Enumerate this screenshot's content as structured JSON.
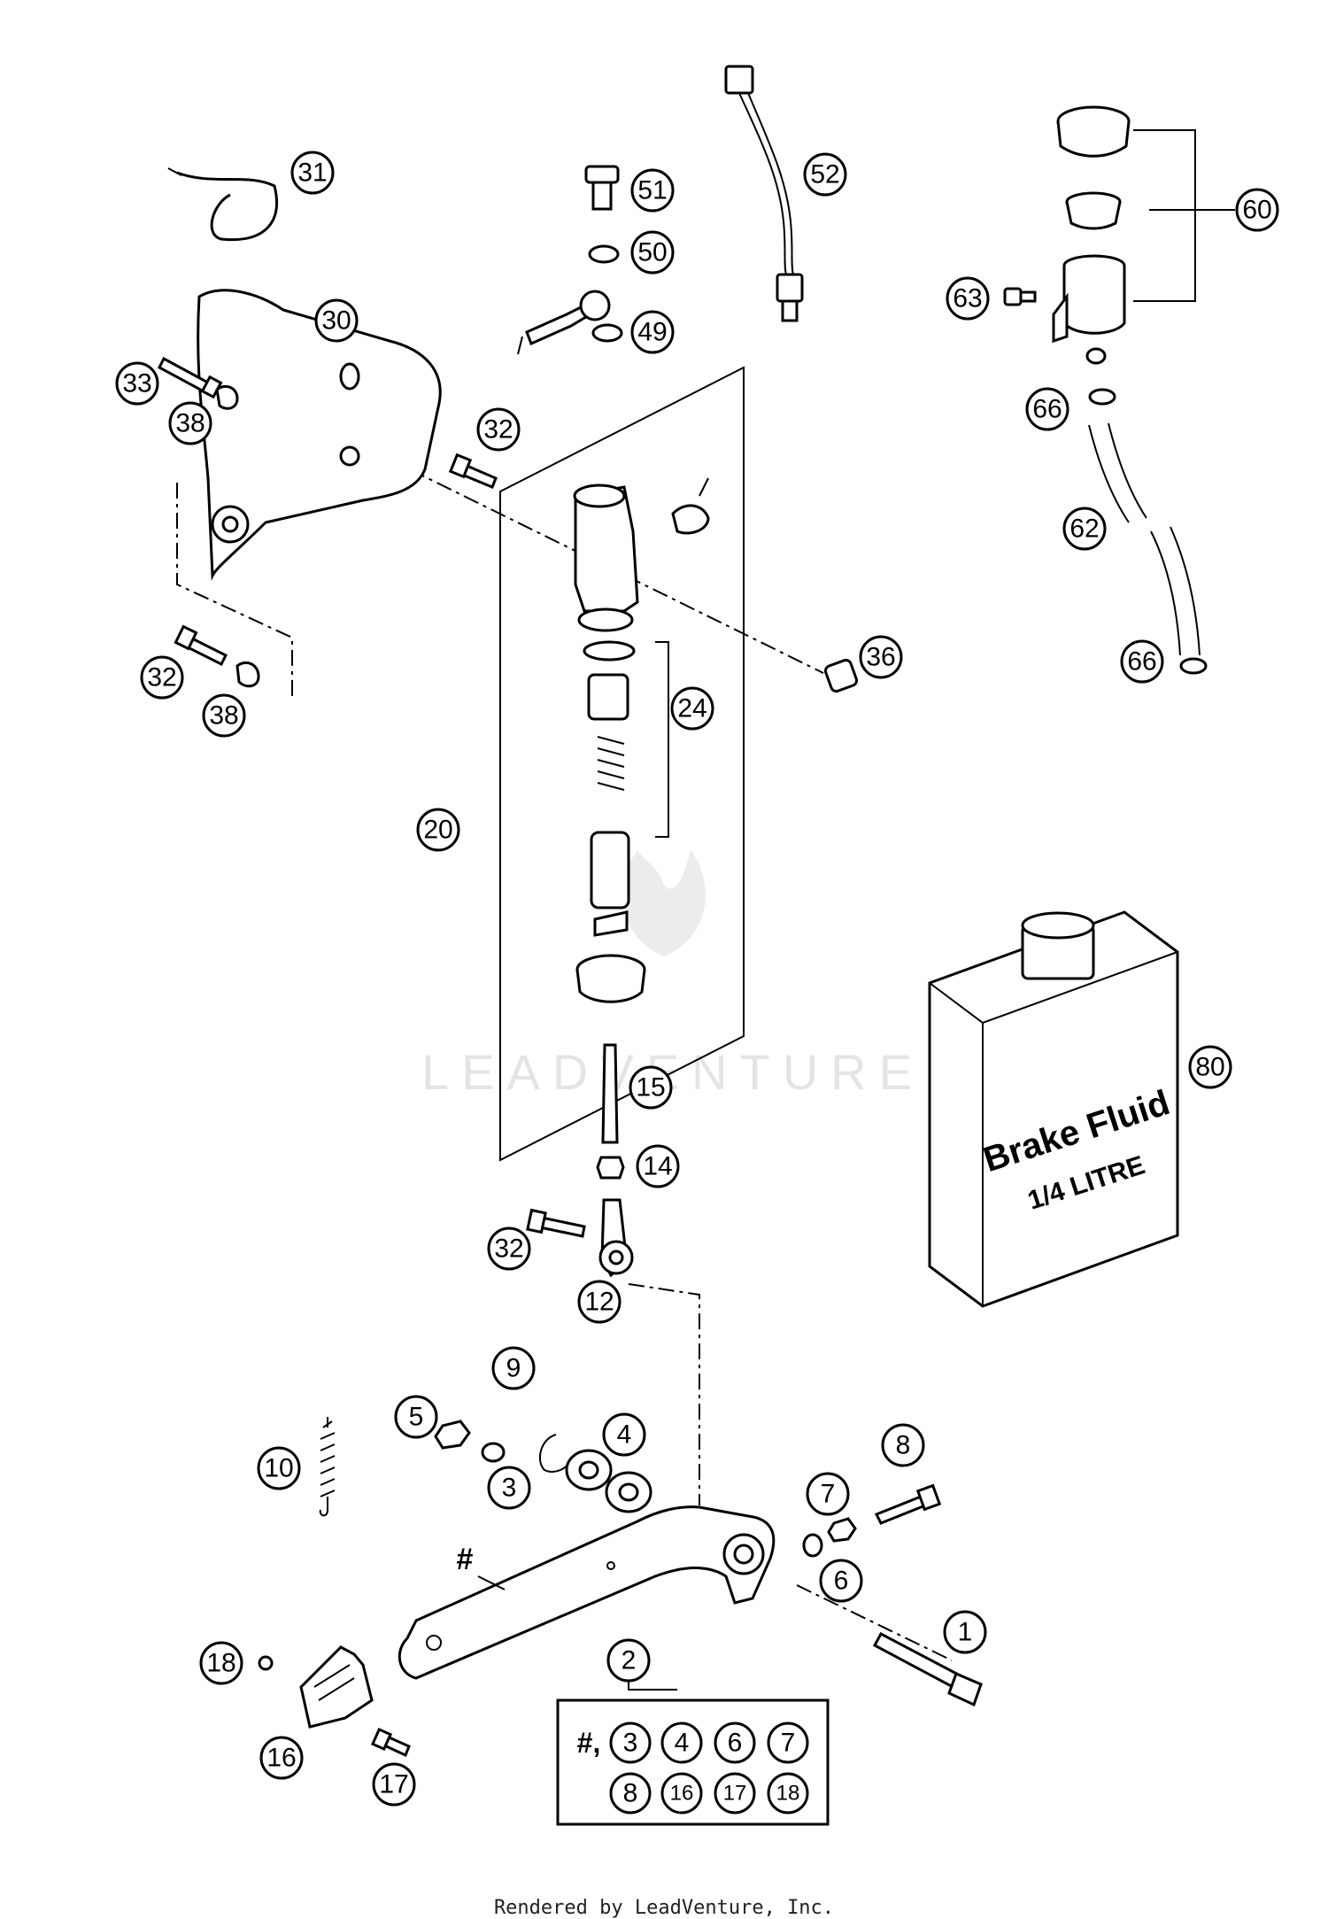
{
  "callouts": [
    {
      "label": "31"
    },
    {
      "label": "51"
    },
    {
      "label": "52"
    },
    {
      "label": "60"
    },
    {
      "label": "50"
    },
    {
      "label": "30"
    },
    {
      "label": "63"
    },
    {
      "label": "49"
    },
    {
      "label": "33"
    },
    {
      "label": "32"
    },
    {
      "label": "38"
    },
    {
      "label": "66"
    },
    {
      "label": "62"
    },
    {
      "label": "36"
    },
    {
      "label": "66"
    },
    {
      "label": "32"
    },
    {
      "label": "38"
    },
    {
      "label": "24"
    },
    {
      "label": "20"
    },
    {
      "label": "80"
    },
    {
      "label": "15"
    },
    {
      "label": "14"
    },
    {
      "label": "32"
    },
    {
      "label": "12"
    },
    {
      "label": "9"
    },
    {
      "label": "5"
    },
    {
      "label": "4"
    },
    {
      "label": "8"
    },
    {
      "label": "10"
    },
    {
      "label": "3"
    },
    {
      "label": "7"
    },
    {
      "label": "6"
    },
    {
      "label": "1"
    },
    {
      "label": "2"
    },
    {
      "label": "18"
    },
    {
      "label": "16"
    },
    {
      "label": "17"
    }
  ],
  "kit_box": {
    "prefix": "#,",
    "row1": [
      "3",
      "4",
      "6",
      "7"
    ],
    "row2": [
      "8",
      "16",
      "17",
      "18"
    ]
  },
  "lever_marker": "#",
  "brake_fluid": {
    "line1": "Brake Fluid",
    "line2": "1/4 LITRE"
  },
  "watermark": "LEADVENTURE",
  "footer": "Rendered by LeadVenture, Inc."
}
